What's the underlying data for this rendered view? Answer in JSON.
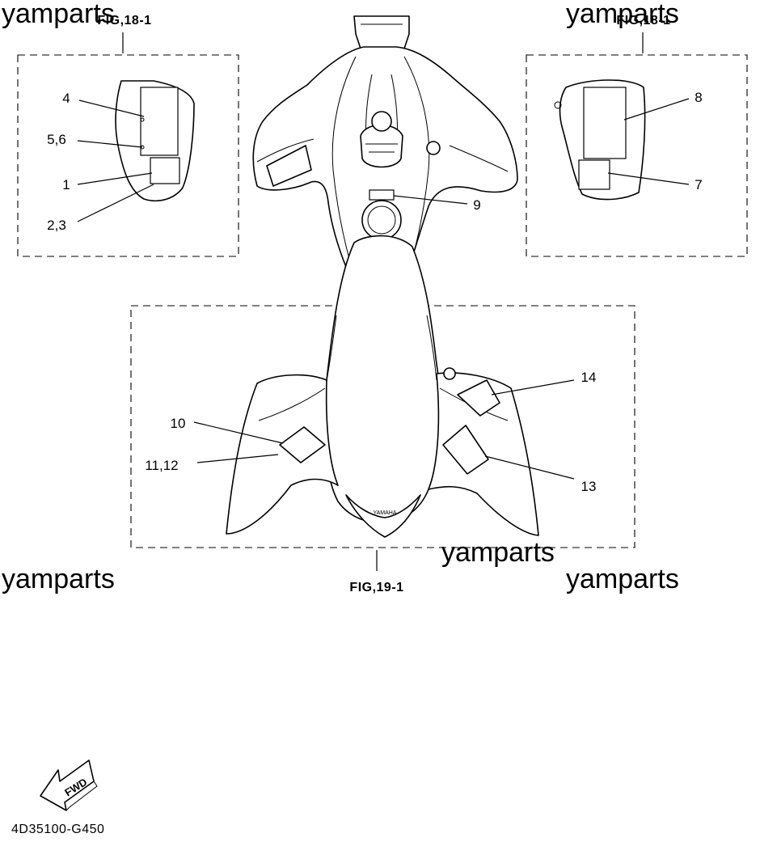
{
  "watermark": "yamparts",
  "figure_refs": {
    "top_left": "FIG,18-1",
    "top_right": "FIG,18-1",
    "bottom": "FIG,19-1"
  },
  "callouts": {
    "c1": "1",
    "c23": "2,3",
    "c4": "4",
    "c56": "5,6",
    "c7": "7",
    "c8": "8",
    "c9": "9",
    "c10": "10",
    "c1112": "11,12",
    "c13": "13",
    "c14": "14"
  },
  "fwd_arrow_label": "FWD",
  "drawing_code": "4D35100-G450",
  "brand_mark": "YAMAHA"
}
